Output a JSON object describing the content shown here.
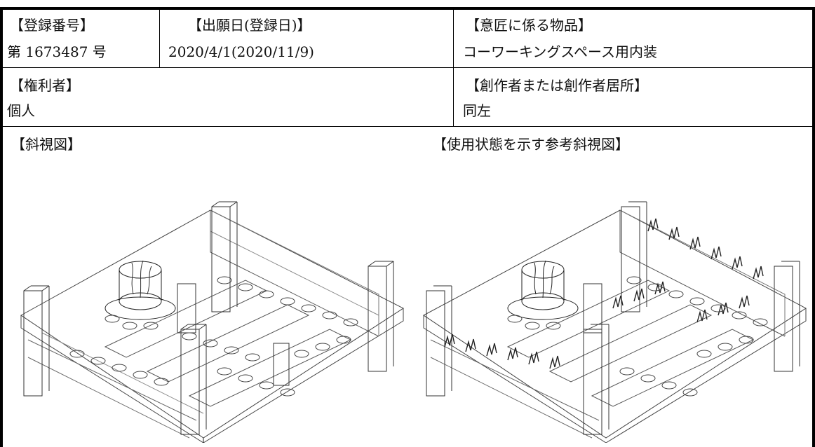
{
  "registration": {
    "number_label": "【登録番号】",
    "number_value": "第 1673487 号",
    "date_label": "【出願日(登録日)】",
    "date_value": "2020/4/1(2020/11/9)",
    "article_label": "【意匠に係る物品】",
    "article_value": "コーワーキングスペース用内装"
  },
  "rights": {
    "holder_label": "【権利者】",
    "holder_value": "個人",
    "creator_label": "【創作者または創作者居所】",
    "creator_value": "同左"
  },
  "figures": {
    "perspective_label": "【斜視図】",
    "reference_label": "【使用状態を示す参考斜視図】"
  }
}
